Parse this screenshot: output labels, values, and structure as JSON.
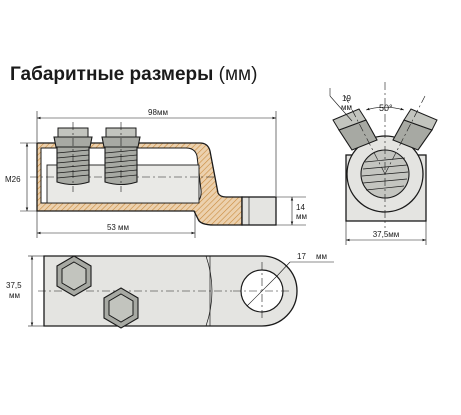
{
  "title": {
    "main": "Габаритные размеры",
    "unit": "(мм)"
  },
  "dimensions": {
    "overall_length": "98мм",
    "thread": "M26",
    "barrel_length": "53 мм",
    "palm_thickness": "14",
    "palm_thickness_unit": "мм",
    "hole_diameter": "17",
    "hole_diameter_unit": "мм",
    "width_top": "37,5",
    "width_top_unit": "мм",
    "bolt_head_value": "19",
    "bolt_head_unit": "мм",
    "bolt_angle": "50°",
    "end_width": "37,5мм"
  }
}
